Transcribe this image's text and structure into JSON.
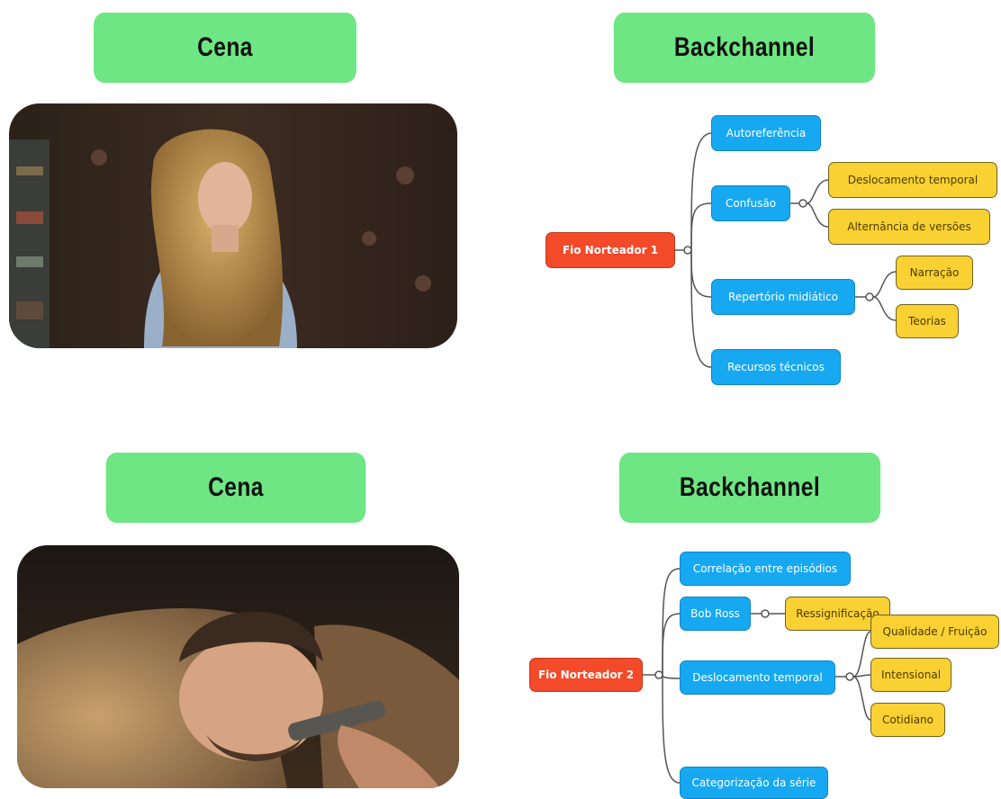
{
  "colors": {
    "header_bg": "#6ee683",
    "root_node": "#f34a2a",
    "branch_node": "#17a8f2",
    "leaf_node": "#fad133",
    "connector": "#555555"
  },
  "top": {
    "scene_header": "Cena",
    "backchannel_header": "Backchannel",
    "mindmap": {
      "root": "Fio Norteador 1",
      "branches": [
        {
          "label": "Autoreferência",
          "children": []
        },
        {
          "label": "Confusão",
          "children": [
            "Deslocamento temporal",
            "Alternância de versões"
          ]
        },
        {
          "label": "Repertório midiático",
          "children": [
            "Narração",
            "Teorias"
          ]
        },
        {
          "label": "Recursos técnicos",
          "children": []
        }
      ]
    }
  },
  "bottom": {
    "scene_header": "Cena",
    "backchannel_header": "Backchannel",
    "mindmap": {
      "root": "Fio Norteador 2",
      "branches": [
        {
          "label": "Correlação entre episódios",
          "children": []
        },
        {
          "label": "Bob Ross",
          "children": [
            "Ressignificação"
          ]
        },
        {
          "label": "Deslocamento temporal",
          "children": [
            "Qualidade / Fruição",
            "Intensional",
            "Cotidiano"
          ]
        },
        {
          "label": "Categorização da série",
          "children": []
        }
      ]
    }
  }
}
